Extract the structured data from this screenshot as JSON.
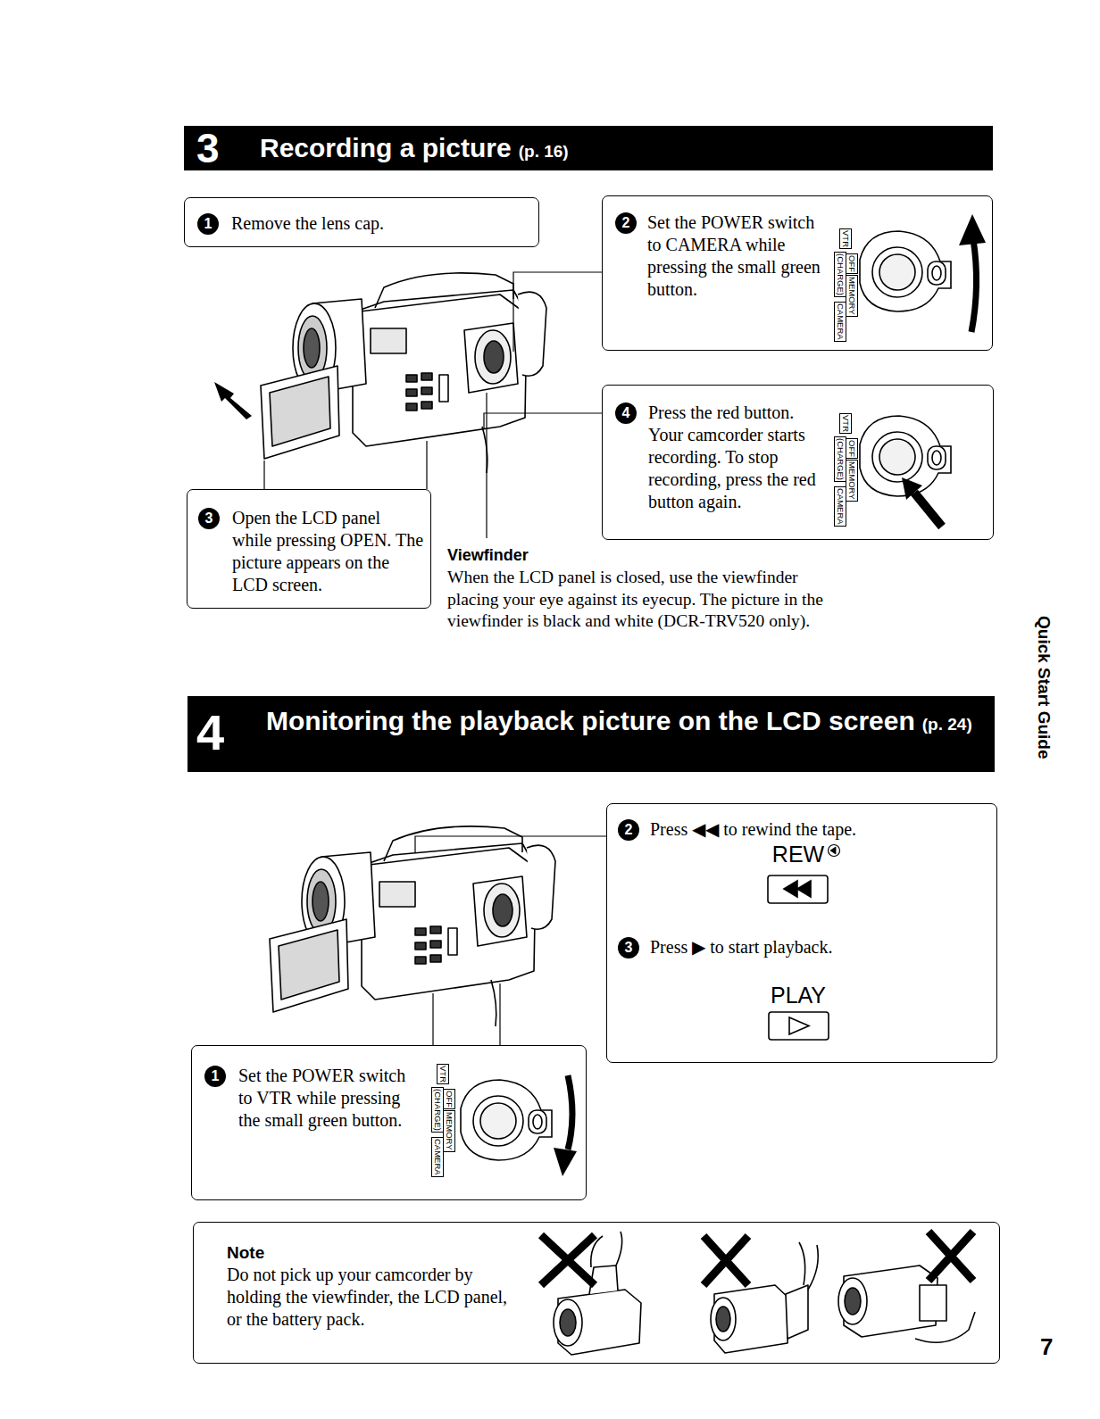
{
  "diagram": {
    "nodes": [
      {
        "text": [
          "3",
          "Recording a picture",
          "(p. 16)"
        ]
      },
      {
        "text": [
          "1",
          "Remove the lens cap."
        ]
      },
      {
        "text": [
          "2",
          "Set the POWER switch to CAMERA while pressing the small green button."
        ]
      },
      {
        "text": [
          "4",
          "Press the red button. Your camcorder starts recording. To stop recording, press the red button again."
        ]
      },
      {
        "text": [
          "3",
          "Open the LCD panel while pressing OPEN. The picture appears on the LCD screen."
        ]
      },
      {
        "text": [
          "4",
          "Monitoring the playback picture on the LCD screen",
          "(p. 24)"
        ]
      },
      {
        "text": [
          "2",
          "Press ◀◀ to rewind the tape.",
          "REW",
          "3",
          "Press ▶ to start playback.",
          "PLAY"
        ]
      },
      {
        "text": [
          "1",
          "Set the POWER switch to VTR while pressing the small green button."
        ]
      },
      {
        "text": [
          "Note",
          "Do not pick up your camcorder by holding the viewfinder, the LCD panel, or the battery pack."
        ]
      }
    ],
    "labels": [
      "Viewfinder",
      "When the LCD panel is closed, use the viewfinder placing your eye against its eyecup. The picture in the viewfinder is black and white (DCR-TRV520 only).",
      "VTR",
      "OFF",
      "(CHARGE)",
      "MEMORY",
      "CAMERA",
      "VTR",
      "OFF",
      "(CHARGE)",
      "MEMORY",
      "CAMERA",
      "VTR",
      "OFF",
      "(CHARGE)",
      "MEMORY",
      "CAMERA",
      "Quick Start Guide",
      "7"
    ]
  }
}
